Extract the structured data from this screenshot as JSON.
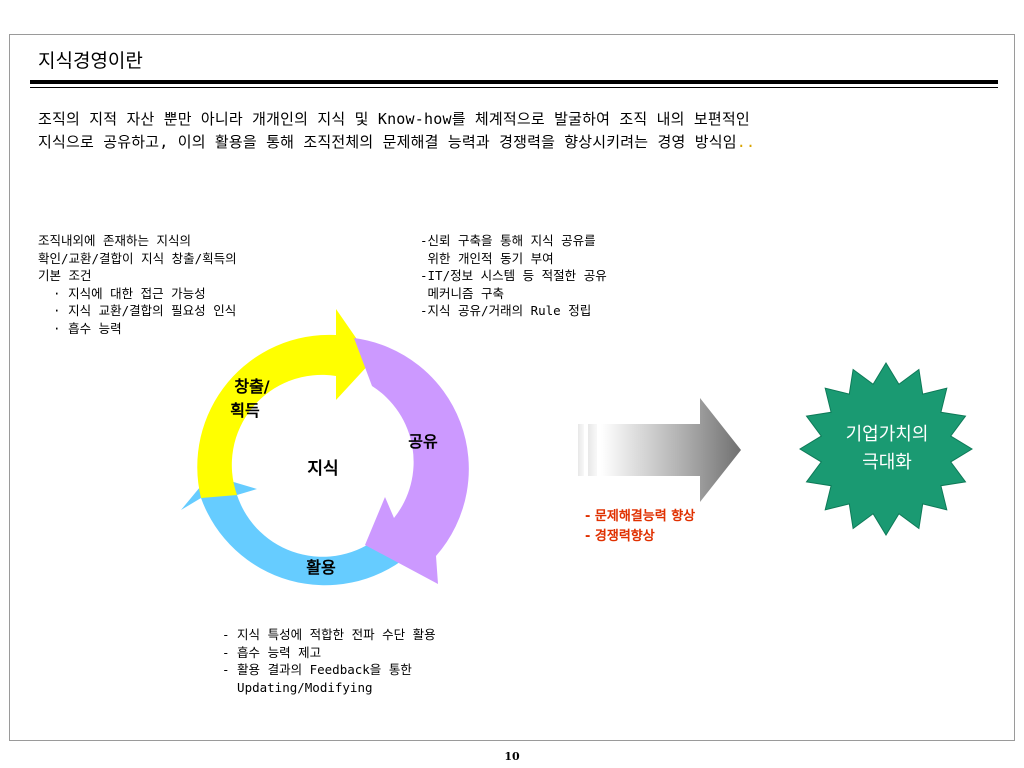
{
  "title": "지식경영이란",
  "intro": {
    "line1": "조직의 지적 자산 뿐만 아니라 개개인의 지식 및 Know-how를 체계적으로 발굴하여 조직 내의 보편적인",
    "line2": "지식으로 공유하고, 이의 활용을 통해 조직전체의 문제해결 능력과 경쟁력을 향상시키려는 경영 방식임",
    "line2_end": ".."
  },
  "notes": {
    "left": [
      "조직내외에 존재하는 지식의",
      "확인/교환/결합이 지식 창출/획득의",
      "기본 조건",
      "  · 지식에 대한 접근 가능성",
      "  · 지식 교환/결합의 필요성 인식",
      "  · 흡수 능력"
    ],
    "right": [
      "-신뢰 구축을 통해 지식 공유를",
      " 위한 개인적 동기 부여",
      "-IT/정보 시스템 등 적절한 공유",
      " 메커니즘 구축",
      "-지식 공유/거래의 Rule 정립"
    ],
    "bottom": [
      "- 지식 특성에 적합한 전파 수단 활용",
      "- 흡수 능력 제고",
      "- 활용 결과의 Feedback을 통한",
      "  Updating/Modifying"
    ]
  },
  "cycle": {
    "center": "지식",
    "create_line1": "창출/",
    "create_line2": "획득",
    "share": "공유",
    "use": "활용",
    "colors": {
      "create": "#ffff00",
      "share": "#cc99ff",
      "use": "#66ccff"
    }
  },
  "outcomes": [
    "- 문제해결능력 향상",
    "- 경쟁력향상"
  ],
  "star": {
    "line1": "기업가치의",
    "line2": "극대화",
    "color": "#1a9a72"
  },
  "page_number": "10"
}
